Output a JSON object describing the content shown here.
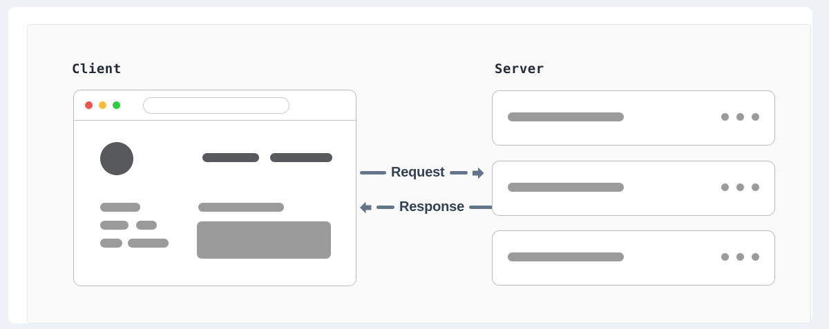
{
  "diagram": {
    "type": "client-server-request-response",
    "client": {
      "title": "Client",
      "window": {
        "traffic_lights": [
          {
            "name": "close",
            "color": "#f0564b"
          },
          {
            "name": "minimize",
            "color": "#f9bc3f"
          },
          {
            "name": "maximize",
            "color": "#2fcc40"
          }
        ],
        "url_bar_value": "",
        "url_bar_placeholder": ""
      }
    },
    "server": {
      "title": "Server",
      "nodes": [
        {
          "id": "server-node-1",
          "label": "",
          "menu_dots": 3
        },
        {
          "id": "server-node-2",
          "label": "",
          "menu_dots": 3
        },
        {
          "id": "server-node-3",
          "label": "",
          "menu_dots": 3
        }
      ]
    },
    "flows": [
      {
        "id": "request",
        "label": "Request",
        "direction": "client-to-server",
        "color": "#64748b"
      },
      {
        "id": "response",
        "label": "Response",
        "direction": "server-to-client",
        "color": "#64748b"
      }
    ],
    "colors": {
      "page_background": "#eef1f6",
      "card_background": "#ffffff",
      "panel_background": "#fafafa",
      "panel_border": "#e9e9ec",
      "box_border": "#b9b9bd",
      "skeleton_dark": "#58595c",
      "skeleton_light": "#9b9b9b",
      "arrow": "#64748b",
      "label_text": "#334155",
      "title_text": "#1f2937"
    }
  }
}
